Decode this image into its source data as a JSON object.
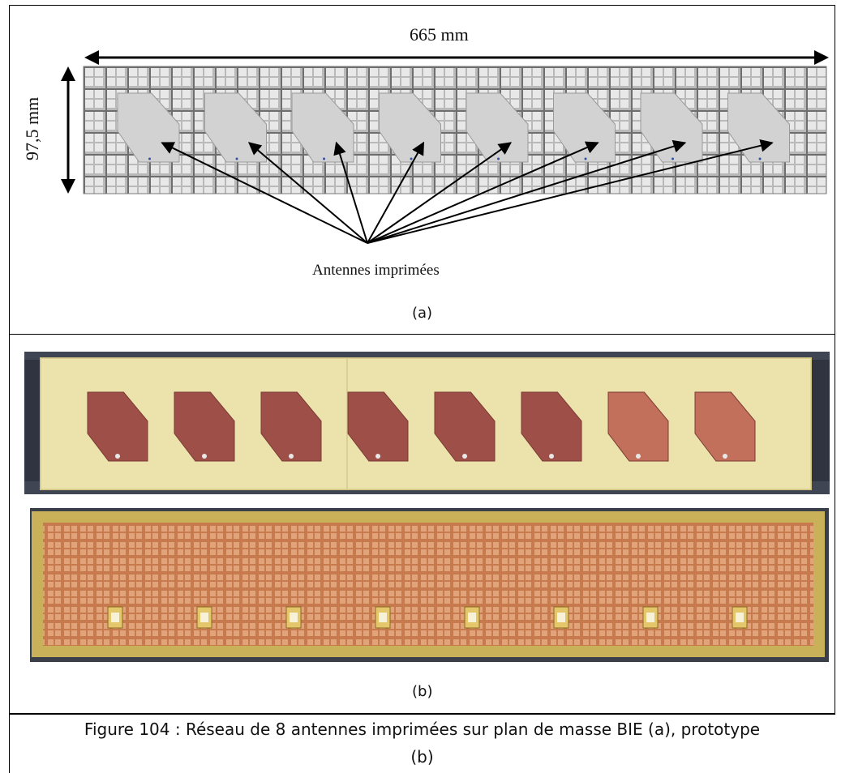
{
  "figure_a": {
    "width_label": "665 mm",
    "height_label": "97,5 mm",
    "annotation": "Antennes imprimées",
    "panel_label": "(a)",
    "antenna_count": 8
  },
  "figure_b": {
    "panel_label": "(b)",
    "photo_top_description_count": 8,
    "photo_bottom_feed_count": 8
  },
  "caption": {
    "line1": "Figure 104 : Réseau de 8 antennes imprimées sur plan de masse BIE (a), prototype",
    "line2": "(b)"
  },
  "colors": {
    "ebg_grid": "#8a8a8a",
    "patch": "#d2d2d2",
    "pcb_yellow": "#e9dfa0",
    "copper_patch": "#a85a4e",
    "copper_ground": "#d48a5c",
    "photo_bg": "#3a3f4a"
  }
}
